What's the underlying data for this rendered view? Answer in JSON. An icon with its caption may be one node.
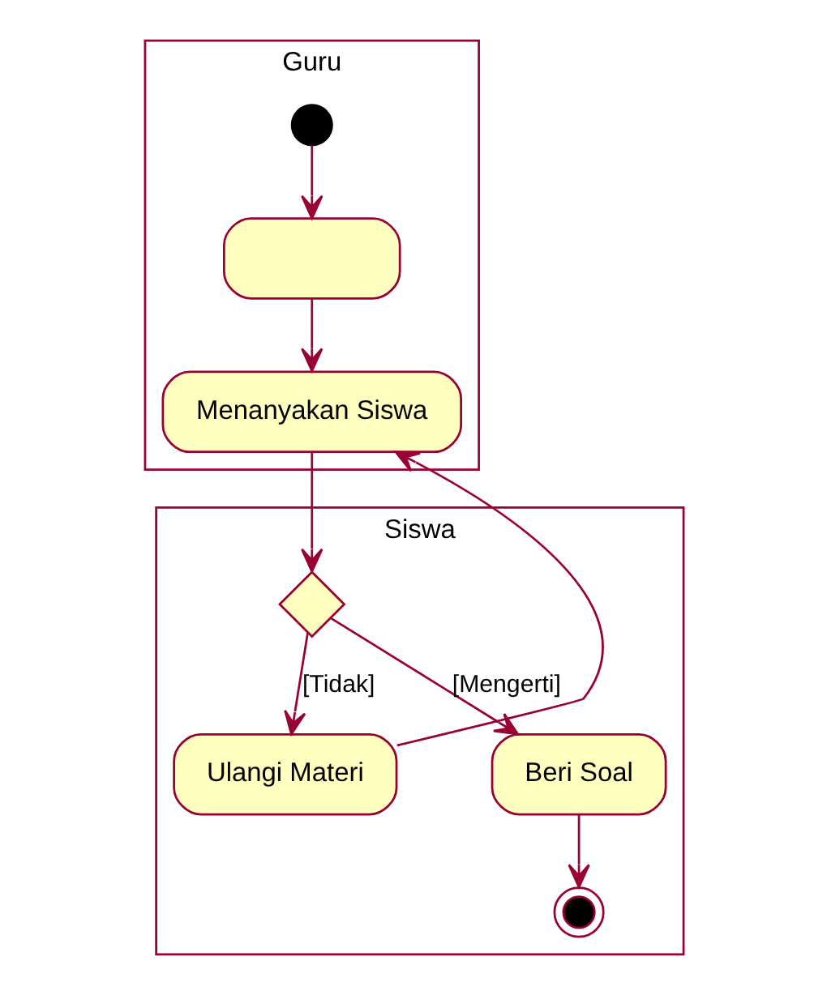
{
  "diagram": {
    "nodes": [
      {
        "text": [
          "Guru"
        ]
      },
      {
        "text": [
          "Siswa"
        ]
      },
      {
        "text": [],
        "shape": "circle",
        "in": 0
      },
      {
        "text": [],
        "shape": "box",
        "in": 0
      },
      {
        "text": [
          "Menanyakan Siswa"
        ],
        "in": 0
      },
      {
        "text": [],
        "shape": "diamond",
        "in": 1
      },
      {
        "text": [
          "Ulangi Materi"
        ],
        "in": 1
      },
      {
        "text": [
          "Beri Soal"
        ],
        "in": 1
      },
      {
        "text": [],
        "shape": "circle",
        "in": 1
      }
    ],
    "edges": [
      {
        "from": 2,
        "to": 3,
        "arrow": "to"
      },
      {
        "from": 3,
        "to": 4,
        "arrow": "to"
      },
      {
        "from": 4,
        "to": 5,
        "arrow": "to"
      },
      {
        "from": 5,
        "to": 6,
        "label": "[Tidak]",
        "arrow": "to"
      },
      {
        "from": 5,
        "to": 7,
        "label": "[Mengerti]",
        "arrow": "to"
      },
      {
        "from": 6,
        "to": 4,
        "arrow": "to"
      },
      {
        "from": 7,
        "to": 8,
        "arrow": "to"
      }
    ]
  }
}
